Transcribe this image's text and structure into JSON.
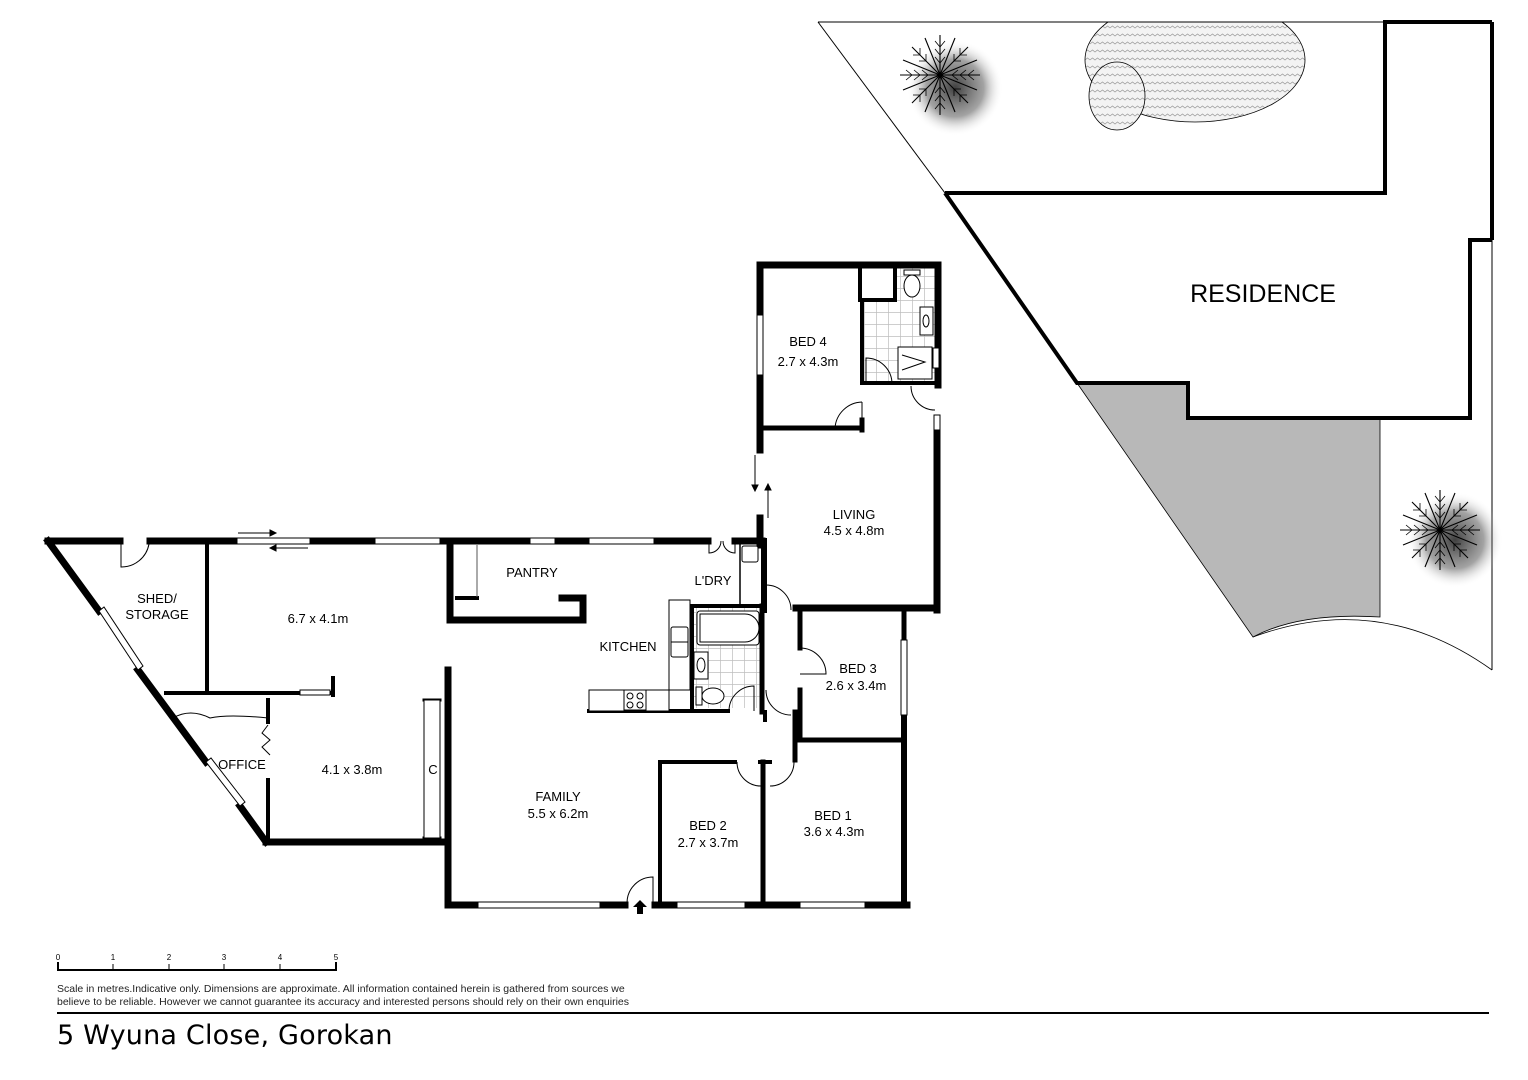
{
  "floorplan": {
    "address": "5 Wyuna Close, Gorokan",
    "rooms": [
      {
        "id": "shed",
        "name_line1": "SHED/",
        "name_line2": "STORAGE",
        "dims": ""
      },
      {
        "id": "rumpus",
        "name": "",
        "dims": "6.7 x 4.1m"
      },
      {
        "id": "office",
        "name": "OFFICE",
        "dims": ""
      },
      {
        "id": "dining",
        "name": "",
        "dims": "4.1 x 3.8m"
      },
      {
        "id": "cupboard",
        "name": "C",
        "dims": ""
      },
      {
        "id": "pantry",
        "name": "PANTRY",
        "dims": ""
      },
      {
        "id": "laundry",
        "name": "L'DRY",
        "dims": ""
      },
      {
        "id": "kitchen",
        "name": "KITCHEN",
        "dims": ""
      },
      {
        "id": "family",
        "name": "FAMILY",
        "dims": "5.5 x 6.2m"
      },
      {
        "id": "bed4",
        "name": "BED 4",
        "dims": "2.7 x 4.3m"
      },
      {
        "id": "living",
        "name": "LIVING",
        "dims": "4.5 x 4.8m"
      },
      {
        "id": "bed3",
        "name": "BED 3",
        "dims": "2.6 x 3.4m"
      },
      {
        "id": "bed2",
        "name": "BED 2",
        "dims": "2.7 x 3.7m"
      },
      {
        "id": "bed1",
        "name": "BED 1",
        "dims": "3.6 x 4.3m"
      },
      {
        "id": "residence",
        "name": "RESIDENCE",
        "dims": ""
      }
    ],
    "scale": {
      "unit": "metres",
      "ticks": [
        "0",
        "1",
        "2",
        "3",
        "4",
        "5"
      ]
    },
    "disclaimer_line1": "Scale in metres.Indicative only. Dimensions are approximate. All information contained herein is gathered from sources we",
    "disclaimer_line2": "believe to be reliable. However we cannot guarantee its accuracy and interested persons should rely on their own enquiries",
    "colors": {
      "wall": "#000000",
      "driveway": "#b8b8b8",
      "tile": "#bdbdbd",
      "pool_fill": "#ececec"
    },
    "icons": [
      "tree-icon",
      "tree-icon",
      "entry-arrow-icon",
      "pool-shape",
      "toilet-icon",
      "basin-icon",
      "shower-icon",
      "bath-icon",
      "sink-icon",
      "cooktop-icon",
      "laundry-tub-icon"
    ]
  }
}
